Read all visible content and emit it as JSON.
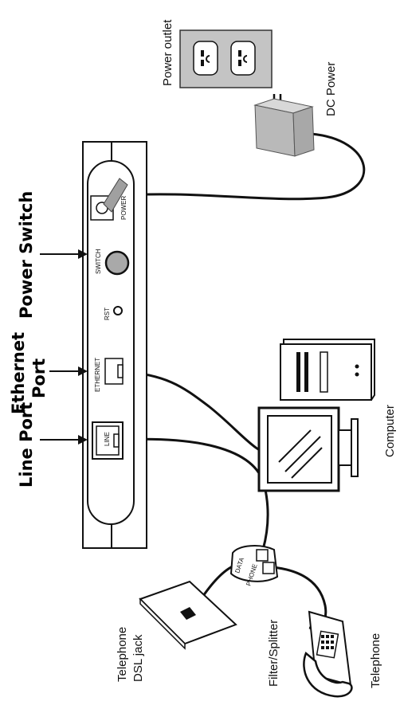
{
  "labels": {
    "power_outlet": "Power outlet",
    "dc_power": "DC Power",
    "power_switch": "Power Switch",
    "ethernet_port_line1": "Ethernet",
    "ethernet_port_line2": "Port",
    "line_port": "Line Port",
    "computer": "Computer",
    "telephone_dsl_jack_line1": "Telephone",
    "telephone_dsl_jack_line2": "DSL jack",
    "filter_splitter": "Filter/Splitter",
    "telephone": "Telephone"
  },
  "device_labels": {
    "power": "POWER",
    "switch": "SWITCH",
    "rst": "RST",
    "ethernet": "ETHERNET",
    "line": "LINE"
  },
  "splitter_labels": {
    "data": "DATA",
    "phone": "PHONE"
  },
  "colors": {
    "outlet_plate": "#c4c4c4",
    "adapter_box": "#b9b9b9",
    "power_button": "#a9a9a9",
    "power_plug": "#a0a0a0"
  }
}
